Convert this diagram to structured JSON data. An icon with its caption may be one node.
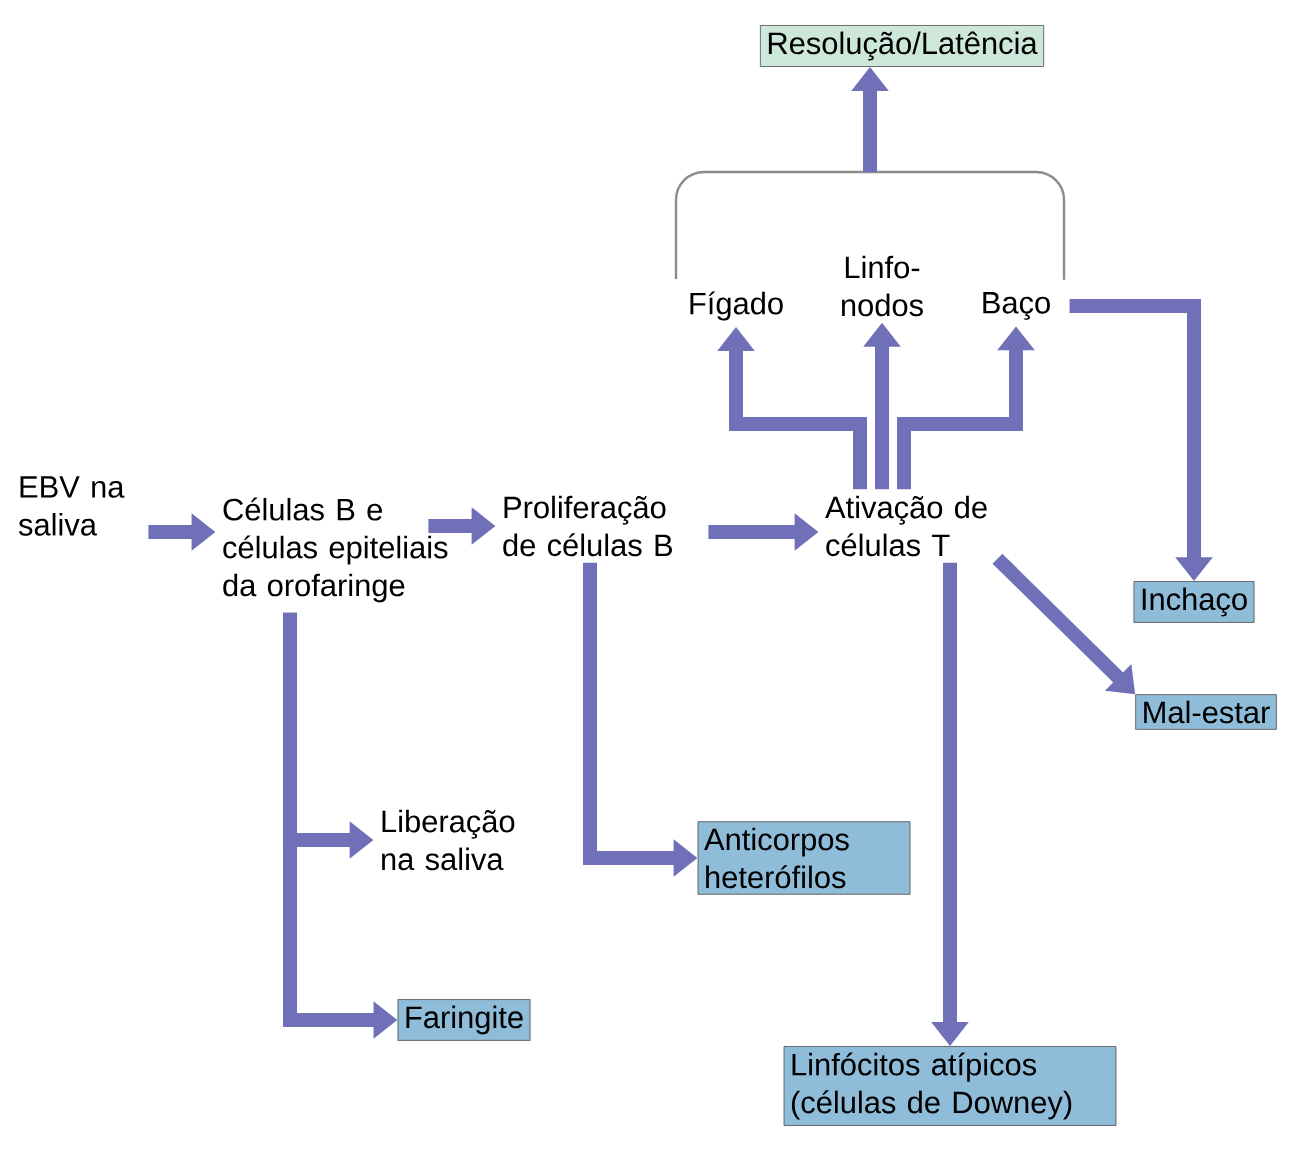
{
  "diagram": {
    "nodes": [
      {
        "text": [
          "Resolução/Latência"
        ]
      },
      {
        "text": [
          "Fígado"
        ]
      },
      {
        "text": [
          "Linfo- nodos"
        ]
      },
      {
        "text": [
          "Baço"
        ]
      },
      {
        "text": [
          "EBV na saliva"
        ]
      },
      {
        "text": [
          "Células B e células epiteliais da orofaringe"
        ]
      },
      {
        "text": [
          "Proliferação de células B"
        ]
      },
      {
        "text": [
          "Ativação de células T"
        ]
      },
      {
        "text": [
          "Inchaço"
        ]
      },
      {
        "text": [
          "Mal-estar"
        ]
      },
      {
        "text": [
          "Liberação na saliva"
        ]
      },
      {
        "text": [
          "Anticorpos heterófilos"
        ]
      },
      {
        "text": [
          "Faringite"
        ]
      },
      {
        "text": [
          "Linfócitos atípicos (células de Downey)"
        ]
      }
    ],
    "edges": [
      {
        "from": 4,
        "to": 5,
        "arrow": "to"
      },
      {
        "from": 5,
        "to": 6,
        "arrow": "to"
      },
      {
        "from": 6,
        "to": 7,
        "arrow": "to"
      },
      {
        "from": 7,
        "to": 1,
        "arrow": "to"
      },
      {
        "from": 7,
        "to": 2,
        "arrow": "to"
      },
      {
        "from": 7,
        "to": 3,
        "arrow": "to"
      },
      {
        "from": 1,
        "to": 0,
        "arrow": "to"
      },
      {
        "from": 3,
        "to": 0,
        "arrow": "to"
      },
      {
        "from": 3,
        "to": 8,
        "arrow": "to"
      },
      {
        "from": 7,
        "to": 9,
        "arrow": "to"
      },
      {
        "from": 7,
        "to": 13,
        "arrow": "to"
      },
      {
        "from": 6,
        "to": 11,
        "arrow": "to"
      },
      {
        "from": 5,
        "to": 10,
        "arrow": "to"
      },
      {
        "from": 5,
        "to": 12,
        "arrow": "to"
      }
    ]
  }
}
